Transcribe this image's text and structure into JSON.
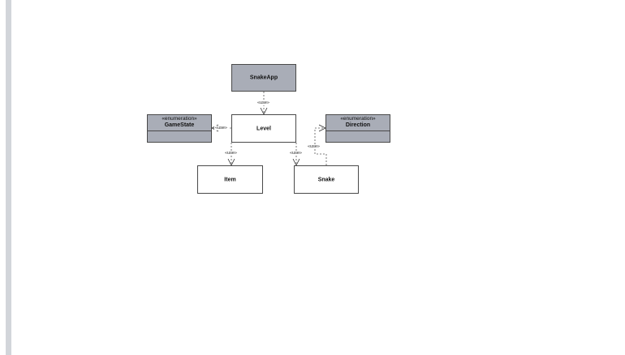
{
  "diagram": {
    "classes": {
      "snakeapp": {
        "name": "SnakeApp"
      },
      "level": {
        "name": "Level"
      },
      "gamestate": {
        "stereotype": "«enumeration»",
        "name": "GameState"
      },
      "direction": {
        "stereotype": "«enumeration»",
        "name": "Direction"
      },
      "item": {
        "name": "Item"
      },
      "snake": {
        "name": "Snake"
      }
    },
    "relations": [
      {
        "from": "SnakeApp",
        "to": "Level",
        "label": "«use»"
      },
      {
        "from": "Level",
        "to": "GameState",
        "label": "«use»"
      },
      {
        "from": "Level",
        "to": "Item",
        "label": "«use»"
      },
      {
        "from": "Level",
        "to": "Snake",
        "label": "«use»"
      },
      {
        "from": "Snake",
        "to": "Direction",
        "label": "«use»"
      }
    ],
    "colors": {
      "class_fill": "#a9adb7",
      "border": "#4a4a4a"
    }
  }
}
